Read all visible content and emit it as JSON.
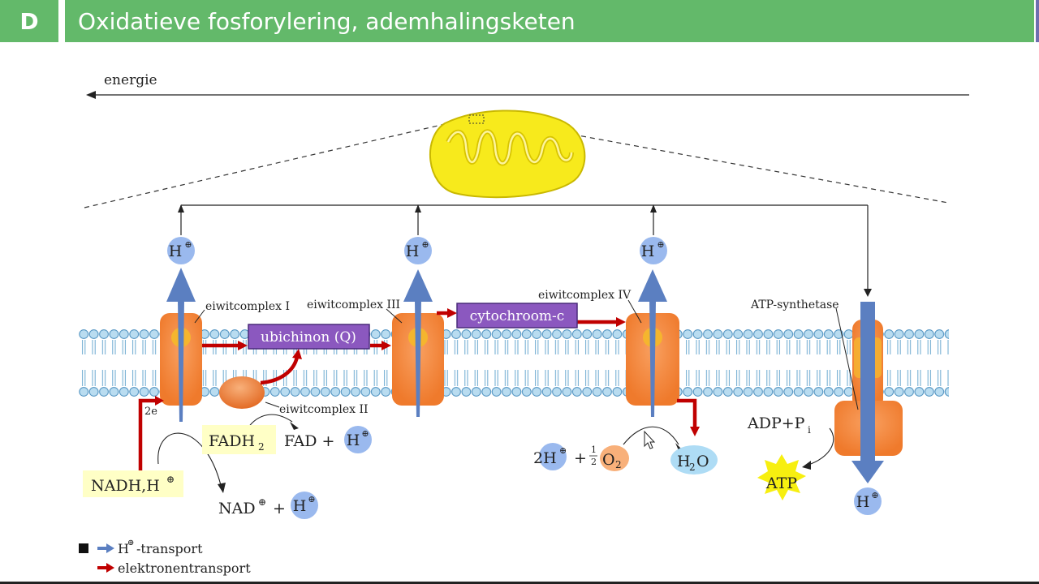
{
  "header": {
    "section_letter": "D",
    "title": "Oxidatieve fosforylering, ademhalingsketen"
  },
  "diagram": {
    "energy_label": "energie",
    "complex_labels": {
      "c1": "eiwitcomplex I",
      "c2": "eiwitcomplex II",
      "c3": "eiwitcomplex III",
      "c4": "eiwitcomplex IV",
      "atp_synthase": "ATP-synthetase"
    },
    "carriers": {
      "ubiquinone": "ubichinon (Q)",
      "cytochrome": "cytochroom-c"
    },
    "molecules": {
      "proton": "H",
      "proton_sup": "⊕",
      "nadh": "NADH,H",
      "nad": "NAD",
      "fadh2_main": "FADH",
      "fadh2_sub": "2",
      "fad": "FAD +",
      "two_e": "2e",
      "two_h": "2H",
      "half_num": "1",
      "half_den": "2",
      "o2_main": "O",
      "o2_sub": "2",
      "h2o_h": "H",
      "h2o_sub": "2",
      "h2o_o": "O",
      "adp": "ADP+P",
      "adp_sub": "i",
      "atp": "ATP",
      "plus": "+"
    },
    "legend": {
      "proton_transport": "-transport",
      "electron_transport": "elektronentransport"
    },
    "colors": {
      "header_green": "#63b96a",
      "proton_arrow": "#5b7fc1",
      "electron_arrow": "#c00000",
      "complex_orange": "#f6823a",
      "carrier_purple": "#8b58bf",
      "mitochondrion_yellow": "#f7ea1c",
      "proton_circle": "#9ab9ee",
      "label_bg": "#ffffc6"
    }
  }
}
